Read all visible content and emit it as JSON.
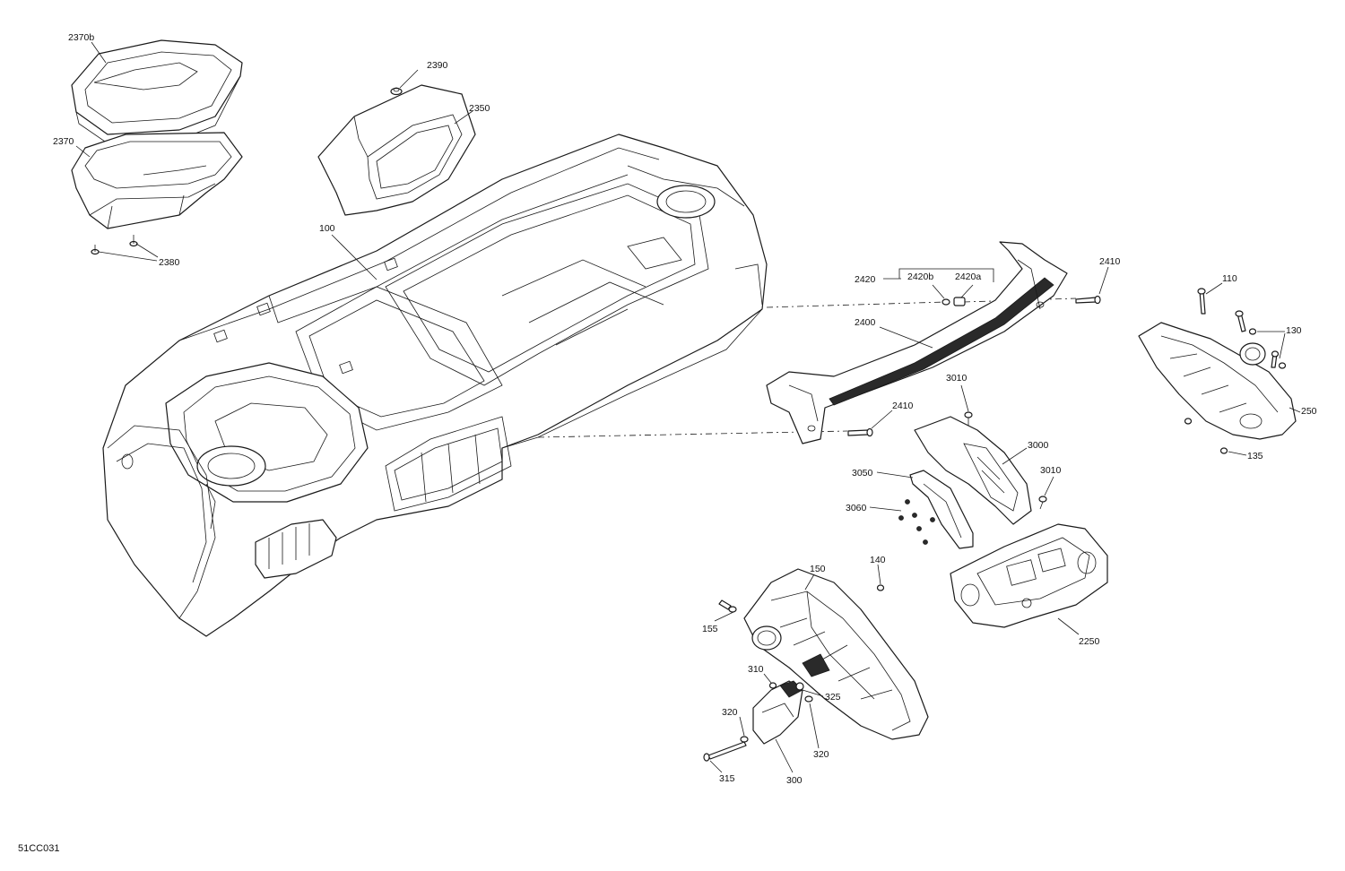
{
  "document_id": "51CC031",
  "callouts": [
    {
      "id": "2370b",
      "text": "2370b"
    },
    {
      "id": "2370",
      "text": "2370"
    },
    {
      "id": "2380",
      "text": "2380"
    },
    {
      "id": "2390",
      "text": "2390"
    },
    {
      "id": "2350",
      "text": "2350"
    },
    {
      "id": "100",
      "text": "100"
    },
    {
      "id": "2420",
      "text": "2420"
    },
    {
      "id": "2420b",
      "text": "2420b"
    },
    {
      "id": "2420a",
      "text": "2420a"
    },
    {
      "id": "2410-top",
      "text": "2410"
    },
    {
      "id": "2400",
      "text": "2400"
    },
    {
      "id": "2410-bottom",
      "text": "2410"
    },
    {
      "id": "3010-top",
      "text": "3010"
    },
    {
      "id": "3000",
      "text": "3000"
    },
    {
      "id": "3010-bottom",
      "text": "3010"
    },
    {
      "id": "3050",
      "text": "3050"
    },
    {
      "id": "3060",
      "text": "3060"
    },
    {
      "id": "110",
      "text": "110"
    },
    {
      "id": "130",
      "text": "130"
    },
    {
      "id": "250",
      "text": "250"
    },
    {
      "id": "135",
      "text": "135"
    },
    {
      "id": "150",
      "text": "150"
    },
    {
      "id": "140",
      "text": "140"
    },
    {
      "id": "155",
      "text": "155"
    },
    {
      "id": "2250",
      "text": "2250"
    },
    {
      "id": "310",
      "text": "310"
    },
    {
      "id": "320-left",
      "text": "320"
    },
    {
      "id": "325",
      "text": "325"
    },
    {
      "id": "320-right",
      "text": "320"
    },
    {
      "id": "315",
      "text": "315"
    },
    {
      "id": "300",
      "text": "300"
    }
  ]
}
